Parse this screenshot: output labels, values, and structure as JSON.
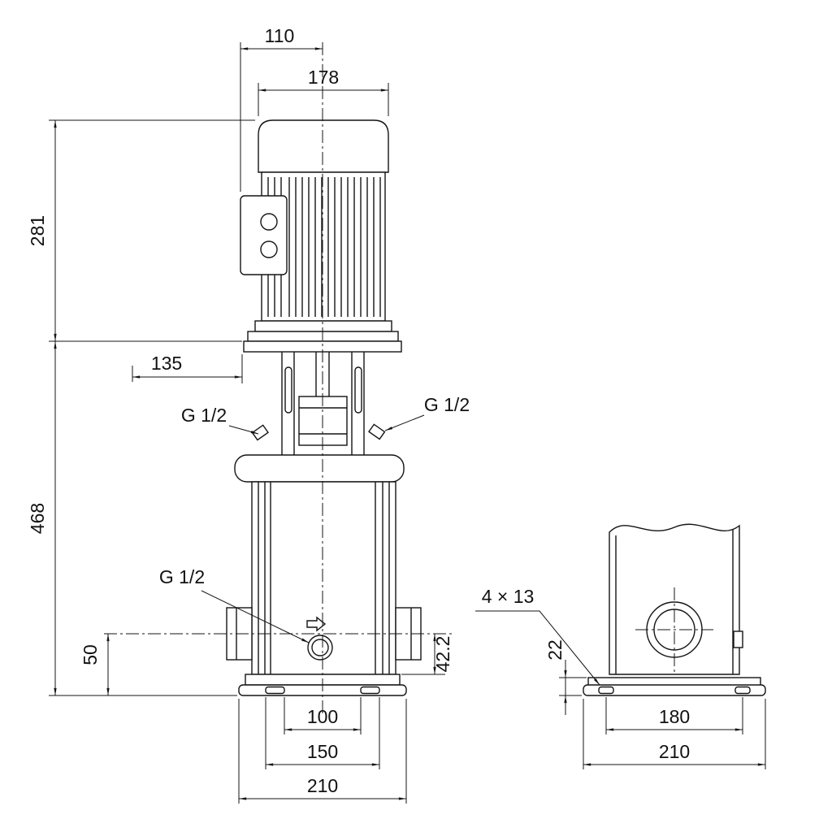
{
  "drawing": {
    "front": {
      "d110": "110",
      "d178": "178",
      "d281": "281",
      "d135": "135",
      "d468": "468",
      "d50": "50",
      "d42_2": "42.2",
      "d100": "100",
      "d150": "150",
      "d210": "210",
      "port_top_left": "G 1/2",
      "port_top_right": "G 1/2",
      "drain_port": "G 1/2"
    },
    "side": {
      "bolt_holes": "4 × 13",
      "d22": "22",
      "d180": "180",
      "d210": "210"
    }
  }
}
